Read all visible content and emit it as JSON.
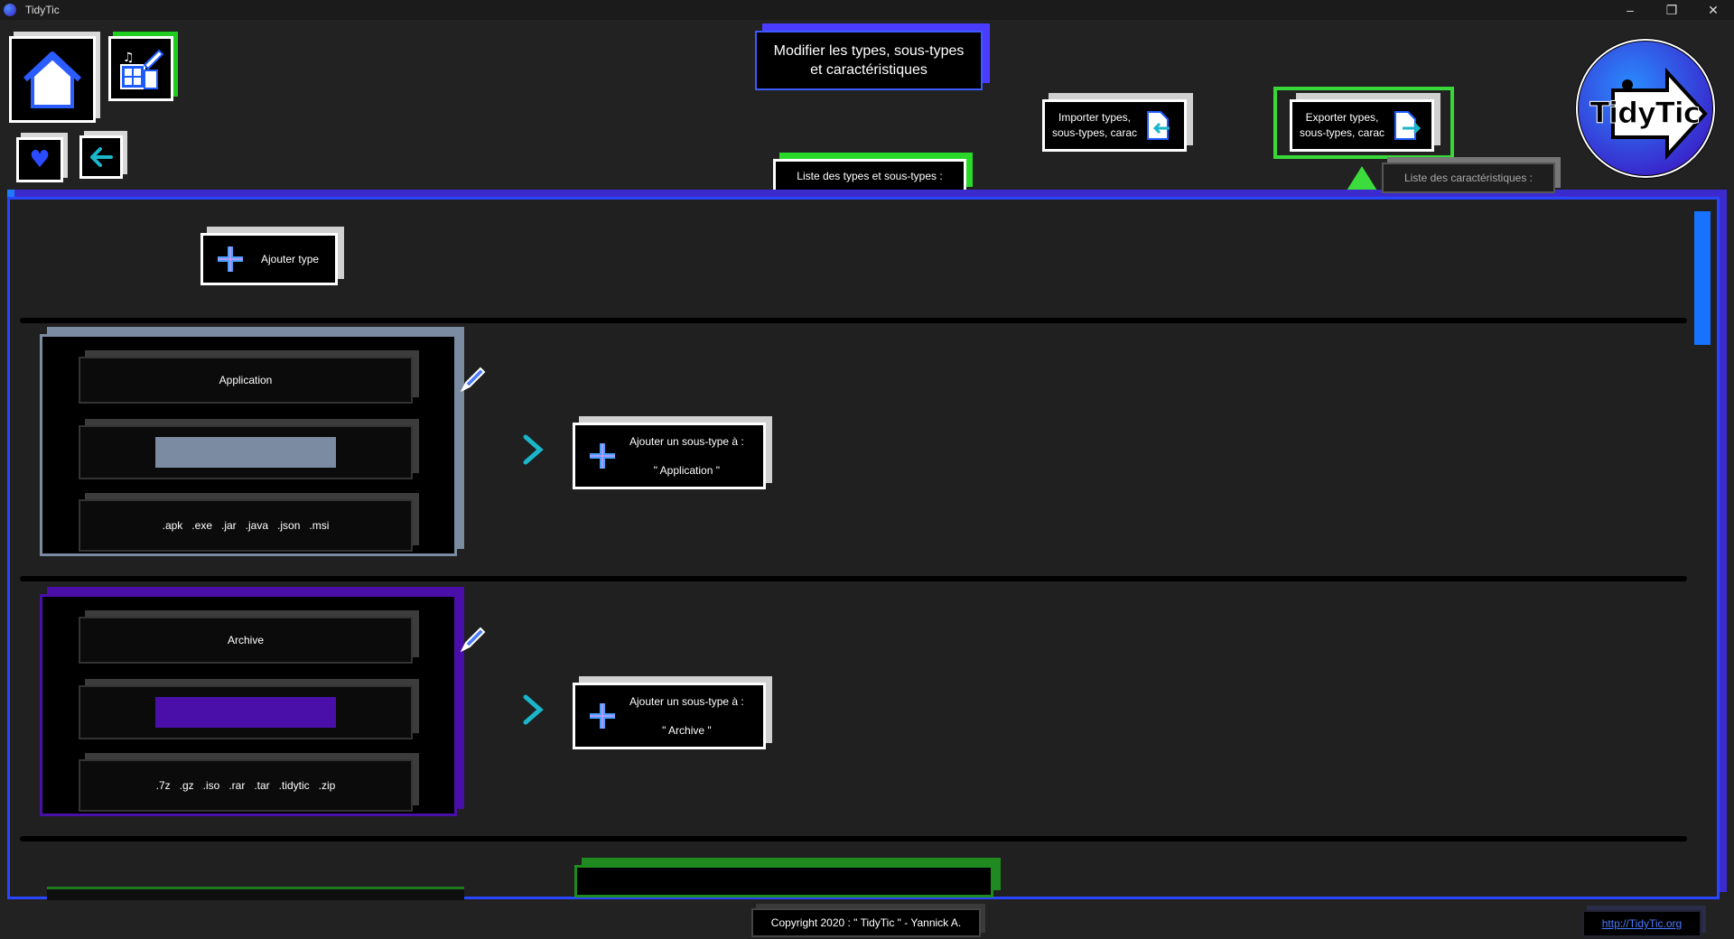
{
  "window": {
    "title": "TidyTic",
    "minimize": "–",
    "restore": "❐",
    "close": "✕"
  },
  "header": {
    "page_title_line1": "Modifier les types, sous-types",
    "page_title_line2": "et caractéristiques",
    "import_line1": "Importer types,",
    "import_line2": "sous-types, carac",
    "export_line1": "Exporter types,",
    "export_line2": "sous-types, carac",
    "logo_text": "TidyTic"
  },
  "tabs": {
    "types": "Liste des types et sous-types :",
    "carac": "Liste des caractéristiques :"
  },
  "main": {
    "add_type": "Ajouter type",
    "types": [
      {
        "name": "Application",
        "color": "#7a8ba2",
        "extensions": ".apk   .exe   .jar   .java   .json   .msi",
        "add_subtype_line1": "Ajouter un sous-type à :",
        "add_subtype_line2": "\" Application \""
      },
      {
        "name": "Archive",
        "color": "#4a0fa8",
        "extensions": ".7z   .gz   .iso   .rar   .tar   .tidytic   .zip",
        "add_subtype_line1": "Ajouter un sous-type à :",
        "add_subtype_line2": "\" Archive \""
      }
    ]
  },
  "footer": {
    "copyright": "Copyright 2020 : \" TidyTic \" - Yannick A.",
    "link": "http://TidyTic.org"
  },
  "colors": {
    "accent_blue": "#1c7bff",
    "accent_purple": "#5a26d6",
    "highlight_green": "#38d838"
  }
}
